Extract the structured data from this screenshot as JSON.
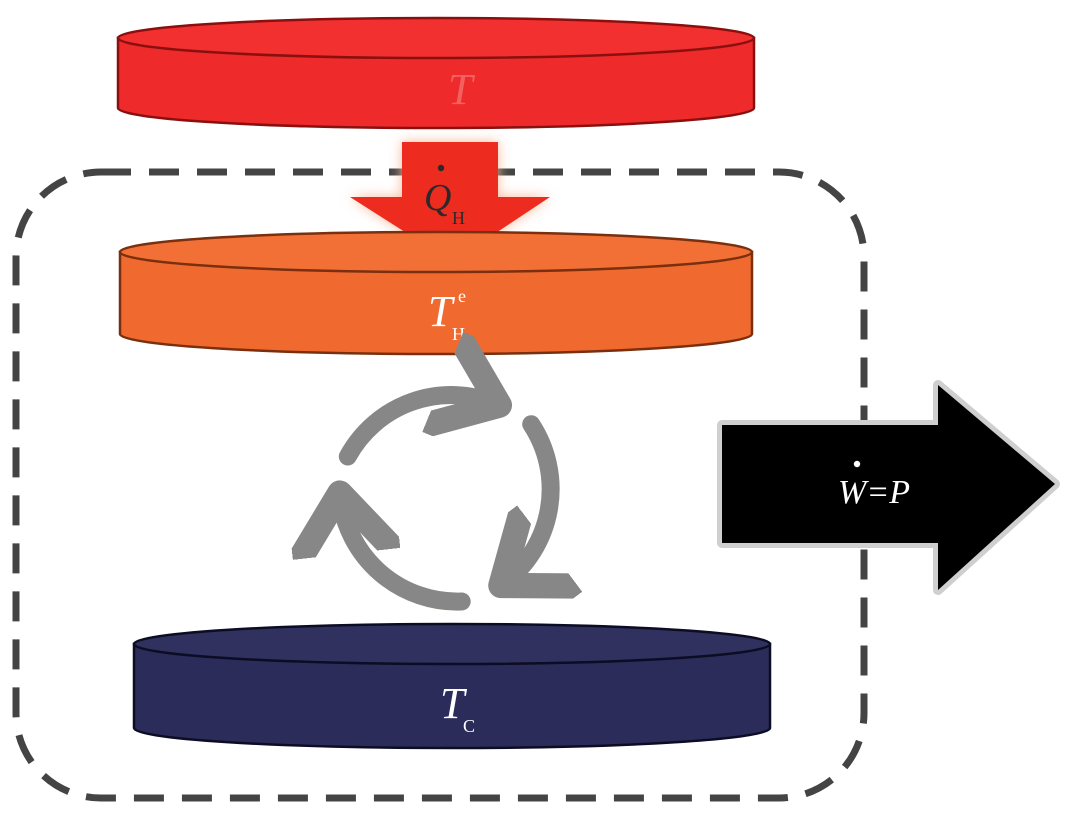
{
  "diagram": {
    "hot_reservoir": {
      "color": "#ee2a2a",
      "edge_color": "#8a1010"
    },
    "heat_flow": {
      "color": "#ee2b1f",
      "glow_color": "#f7b89a",
      "symbol": "Q",
      "subscript": "H"
    },
    "engine_hot_side": {
      "color": "#f0692f",
      "edge_color": "#7a2f0e",
      "symbol": "T",
      "subscript": "H",
      "superscript": "e"
    },
    "cycle": {
      "icon": "cycle-arrows-icon",
      "color": "#878787"
    },
    "cold_reservoir": {
      "color": "#2b2c5a",
      "edge_color": "#0c0c24",
      "symbol": "T",
      "subscript": "C"
    },
    "work_output": {
      "color": "#000000",
      "glow_color": "#d0d0d0",
      "symbol": "W",
      "rest": "=P"
    },
    "system_boundary": {
      "style": "dashed",
      "color": "#444444"
    }
  }
}
